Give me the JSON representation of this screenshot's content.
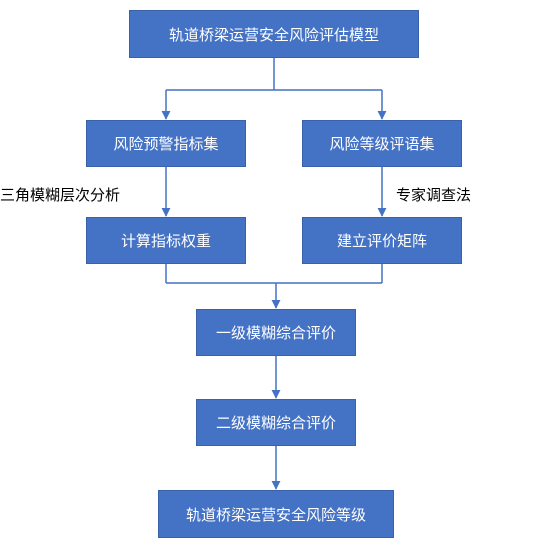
{
  "diagram": {
    "nodes": {
      "top": "轨道桥梁运营安全风险评估模型",
      "left_set": "风险预警指标集",
      "right_set": "风险等级评语集",
      "left_calc": "计算指标权重",
      "right_calc": "建立评价矩阵",
      "level1": "一级模糊综合评价",
      "level2": "二级模糊综合评价",
      "bottom": "轨道桥梁运营安全风险等级"
    },
    "edge_labels": {
      "left": "三角模糊层次分析",
      "right": "专家调查法"
    },
    "colors": {
      "box_fill": "#4472c4",
      "box_text": "#ffffff",
      "connector": "#4472c4"
    }
  }
}
